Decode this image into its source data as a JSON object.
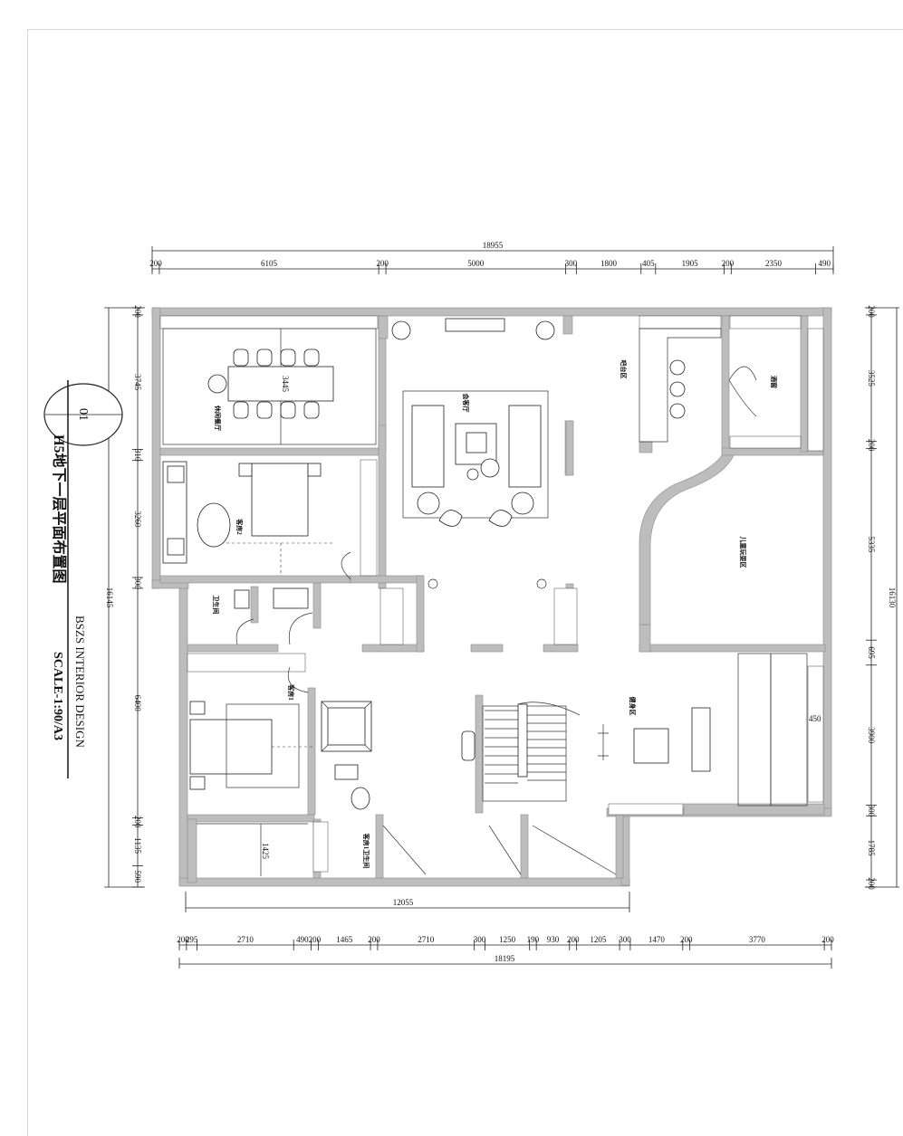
{
  "drawing": {
    "number": "01",
    "title": "H5地下一层平面布置图",
    "company": "BSZS INTERIOR DESIGN",
    "scale": "SCALE-1:90/A3"
  },
  "dimensions": {
    "top_total": "18955",
    "top_segments": [
      "200",
      "6105",
      "200",
      "5000",
      "300",
      "1800",
      "405",
      "1905",
      "200",
      "2350",
      "490"
    ],
    "bottom_total": "18195",
    "bottom_inner": "12055",
    "bottom_segments": [
      "200",
      "295",
      "2710",
      "490",
      "200",
      "1465",
      "200",
      "2710",
      "300",
      "1250",
      "190",
      "930",
      "200",
      "1205",
      "300",
      "1470",
      "200",
      "3770",
      "200"
    ],
    "left_total": "16145",
    "left_segments": [
      "200",
      "3745",
      "310",
      "3260",
      "300",
      "6400",
      "200",
      "1135",
      "590"
    ],
    "right_total": "16130",
    "right_segments": [
      "200",
      "3525",
      "200",
      "5335",
      "695",
      "3900",
      "300",
      "1785",
      "200"
    ],
    "inner": [
      "3445",
      "1425",
      "450"
    ]
  },
  "rooms": {
    "dining": "休闲餐厅",
    "living": "会客厅",
    "bar": "吧台区",
    "wine": "酒窖",
    "guest2": "客房2",
    "kids": "儿童玩耍区",
    "bath": "卫生间",
    "guest1": "客房1",
    "fitness": "健身区",
    "guest1_bath": "客房1卫生间"
  }
}
